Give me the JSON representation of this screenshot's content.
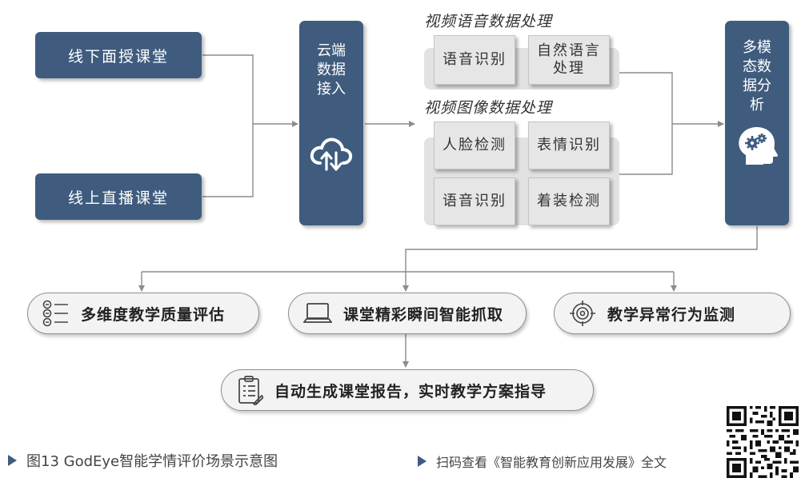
{
  "sources": {
    "offline": "线下面授课堂",
    "online": "线上直播课堂"
  },
  "cloud": {
    "label": "云端数据接入",
    "icon": "cloud-sync-icon"
  },
  "voice_group": {
    "title": "视频语音数据处理",
    "items": [
      "语音识别",
      "自然语言处理"
    ]
  },
  "image_group": {
    "title": "视频图像数据处理",
    "items": [
      "人脸检测",
      "表情识别",
      "语音识别",
      "着装检测"
    ]
  },
  "analysis": {
    "label": "多模态数据分析",
    "icon": "brain-gears-icon"
  },
  "outputs": {
    "quality": {
      "label": "多维度教学质量评估",
      "icon": "checklist-icon"
    },
    "capture": {
      "label": "课堂精彩瞬间智能抓取",
      "icon": "laptop-icon"
    },
    "anomaly": {
      "label": "教学异常行为监测",
      "icon": "target-icon"
    },
    "report": {
      "label": "自动生成课堂报告，实时教学方案指导",
      "icon": "clipboard-report-icon"
    }
  },
  "captions": {
    "figure": "图13 GodEye智能学情评价场景示意图",
    "scan": "扫码查看《智能教育创新应用发展》全文"
  },
  "colors": {
    "navy": "#3f5c7e",
    "panel": "#e2e2e2",
    "line": "#8c8c8c"
  }
}
